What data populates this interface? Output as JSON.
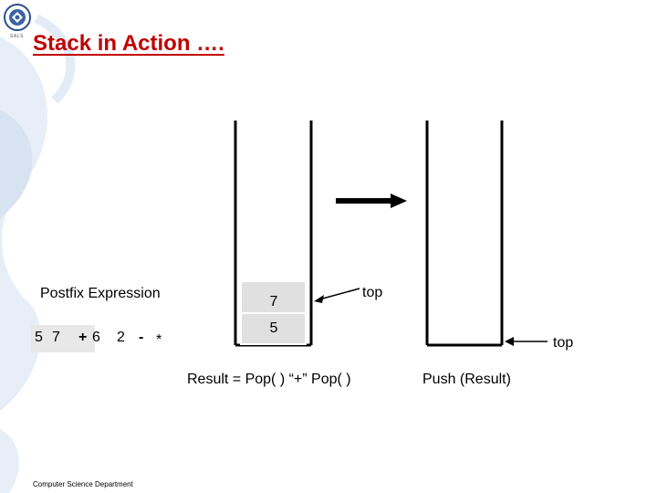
{
  "title": "Stack in Action ….",
  "logo": {
    "caption": "SALS"
  },
  "postfix": {
    "label": "Postfix Expression",
    "tokens": [
      "5",
      "7",
      "+",
      "6",
      "2",
      "-",
      "*"
    ]
  },
  "stack1": {
    "cells": [
      "7",
      "5"
    ],
    "top_label": "top",
    "caption": "Result = Pop( ) “+” Pop( )"
  },
  "stack2": {
    "top_label": "top",
    "caption": "Push (Result)"
  },
  "footer": "Computer Science Department",
  "colors": {
    "title": "#c00000",
    "cell_fill": "#e0e0e0",
    "deco_blue": "#dbe6f3"
  },
  "icons": {
    "arrow": "right-arrow-icon",
    "pointer": "pointer-arrow-icon"
  }
}
